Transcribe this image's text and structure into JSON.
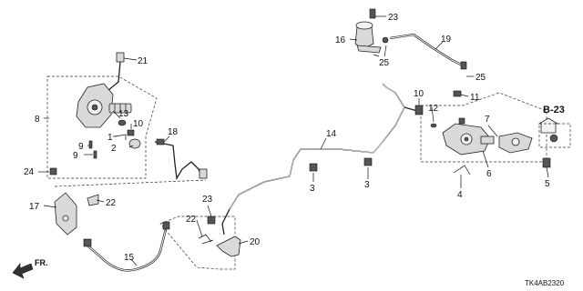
{
  "diagram": {
    "callouts": {
      "c1": "1",
      "c2": "2",
      "c3a": "3",
      "c3b": "3",
      "c4": "4",
      "c5": "5",
      "c6": "6",
      "c7": "7",
      "c8": "8",
      "c9a": "9",
      "c9b": "9",
      "c10a": "10",
      "c10b": "10",
      "c11": "11",
      "c12": "12",
      "c13": "13",
      "c14": "14",
      "c15": "15",
      "c16": "16",
      "c17": "17",
      "c18": "18",
      "c19": "19",
      "c20": "20",
      "c21": "21",
      "c22a": "22",
      "c22b": "22",
      "c23a": "23",
      "c23b": "23",
      "c24": "24",
      "c25a": "25",
      "c25b": "25"
    },
    "reference_label": "B-23",
    "direction_label": "FR.",
    "diagram_code": "TK4AB2320"
  }
}
